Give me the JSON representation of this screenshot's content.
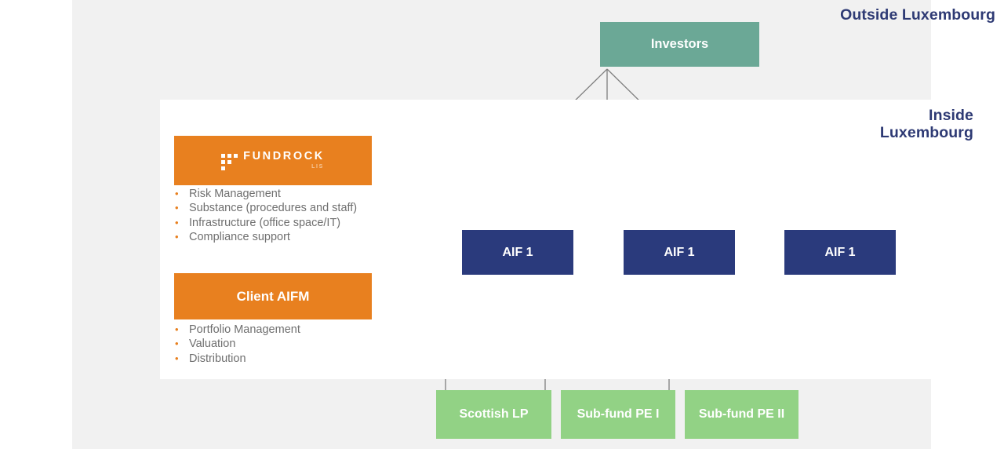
{
  "labels": {
    "outside": "Outside Luxembourg",
    "inside": "Inside\nLuxembourg",
    "inside_line1": "Inside",
    "inside_line2": "Luxembourg"
  },
  "nodes": {
    "investors": "Investors",
    "aif": [
      "AIF 1",
      "AIF 1",
      "AIF 1"
    ],
    "funds": [
      "Scottish LP",
      "Sub-fund PE I",
      "Sub-fund PE II"
    ]
  },
  "fundrock": {
    "logo_word": "FUNDROCK",
    "logo_sub": "LIS",
    "services": [
      "Risk Management",
      "Substance (procedures and staff)",
      "Infrastructure (office space/IT)",
      "Compliance support"
    ],
    "bullet_char": "•"
  },
  "client_aifm": {
    "title": "Client AIFM",
    "services": [
      "Portfolio Management",
      "Valuation",
      "Distribution"
    ],
    "bullet_char": "•"
  },
  "colors": {
    "slide_background": "#f1f1f1",
    "panel_background": "#ffffff",
    "heading": "#2e3a74",
    "investors": "#6ba896",
    "aif": "#2a3a7c",
    "fund": "#92d285",
    "orange": "#e8801f",
    "bullet_text": "#6f6f6f",
    "connector": "#7f7f7f"
  }
}
